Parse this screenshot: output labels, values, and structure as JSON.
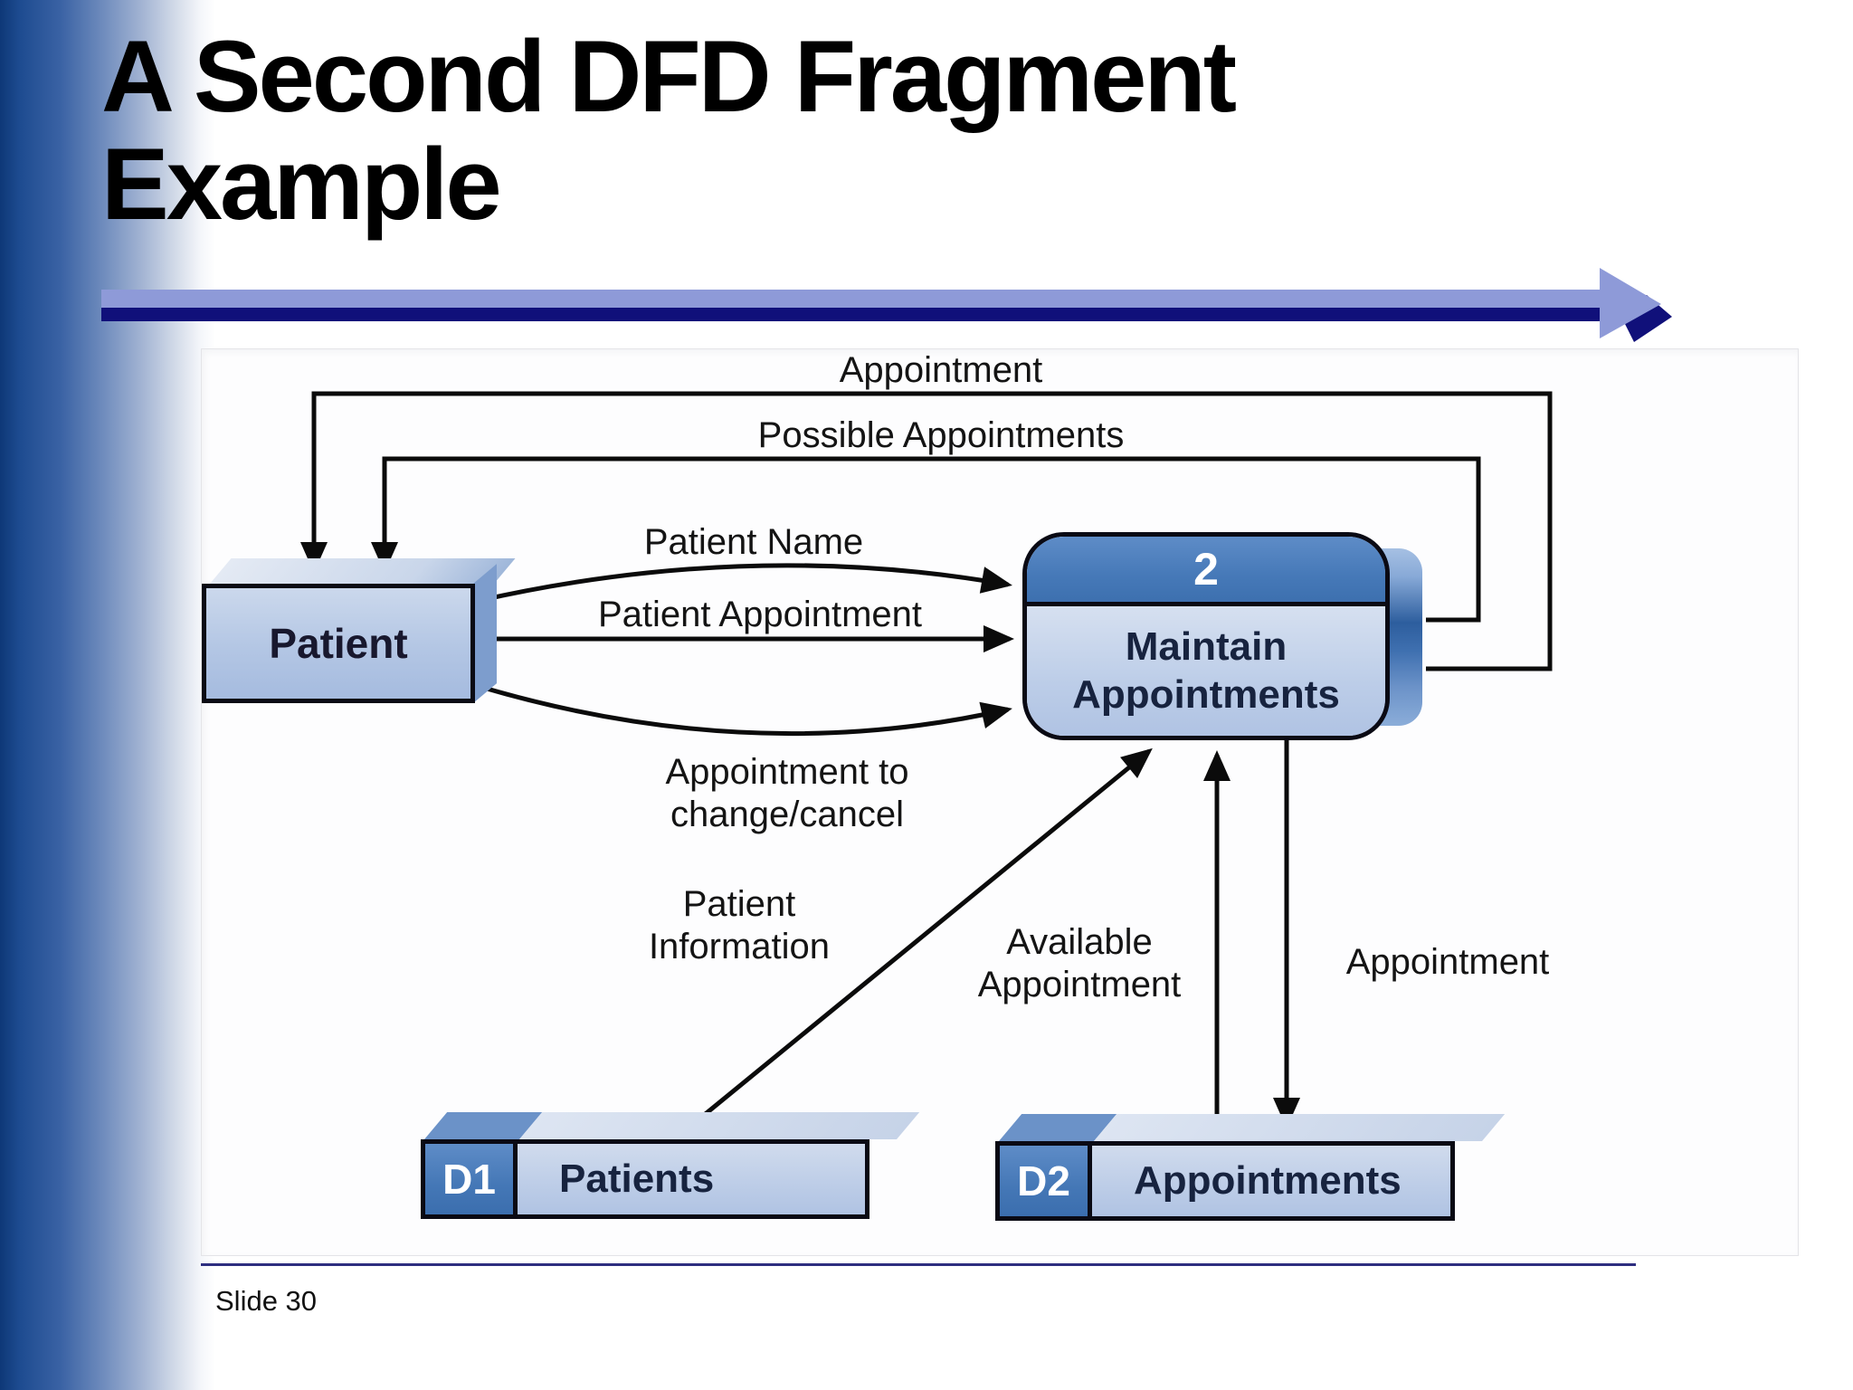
{
  "slide": {
    "title": "A Second DFD Fragment\nExample",
    "footer": {
      "slide_number": "Slide 30"
    }
  },
  "diagram": {
    "type": "data-flow-diagram",
    "entities": {
      "patient": {
        "label": "Patient"
      }
    },
    "process": {
      "number": "2",
      "name": "Maintain\nAppointments"
    },
    "data_stores": {
      "d1": {
        "id": "D1",
        "name": "Patients"
      },
      "d2": {
        "id": "D2",
        "name": "Appointments"
      }
    },
    "flows": {
      "appointment_to_patient": "Appointment",
      "possible_appointments": "Possible Appointments",
      "patient_name": "Patient Name",
      "patient_appointment": "Patient Appointment",
      "appointment_change_cancel": "Appointment to\nchange/cancel",
      "patient_information": "Patient\nInformation",
      "available_appointment": "Available\nAppointment",
      "appointment_to_store": "Appointment"
    }
  },
  "colors": {
    "edge_gradient_blue": "#1d4b90",
    "rule_periwinkle": "#8e9ad8",
    "rule_navy": "#10107a",
    "process_header_blue": "#4679b8",
    "shape_light_blue": "#b9cae6",
    "shape_outline": "#0a0a14",
    "line_black": "#0b0b0b"
  }
}
